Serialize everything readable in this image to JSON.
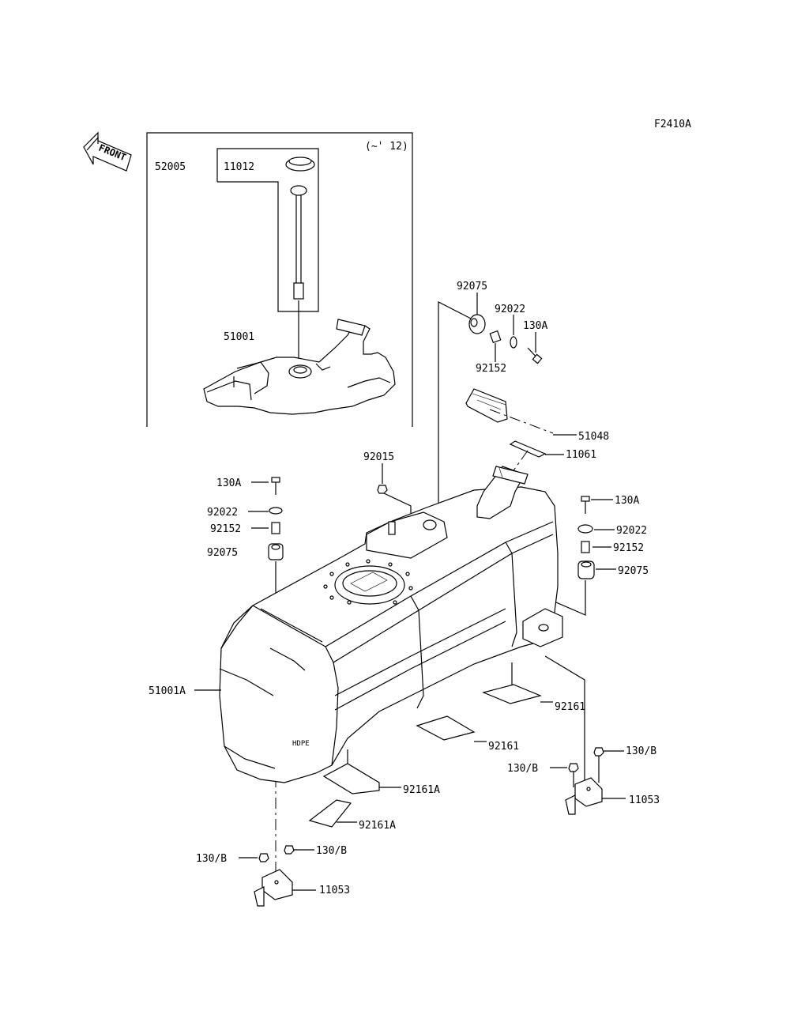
{
  "figure_code": "F2410A",
  "front_label": "FRONT",
  "inset": {
    "range_label": "(~' 12)",
    "parts": {
      "p52005": "52005",
      "p11012": "11012",
      "p51001": "51001"
    }
  },
  "parts": {
    "p92075_top": "92075",
    "p92022_top": "92022",
    "p130A_top": "130A",
    "p92152_top": "92152",
    "p51048": "51048",
    "p11061": "11061",
    "p92015": "92015",
    "p130A_left": "130A",
    "p92022_left": "92022",
    "p92152_left": "92152",
    "p92075_left": "92075",
    "p130A_right": "130A",
    "p92022_right": "92022",
    "p92152_right": "92152",
    "p92075_right": "92075",
    "p51001A": "51001A",
    "p92161_a": "92161",
    "p92161_b": "92161",
    "p92161A_a": "92161A",
    "p92161A_b": "92161A",
    "p130B_r1": "130/B",
    "p130B_r2": "130/B",
    "p11053_r": "11053",
    "p130B_l1": "130/B",
    "p130B_l2": "130/B",
    "p11053_l": "11053"
  },
  "tank_mark": "HDPE"
}
